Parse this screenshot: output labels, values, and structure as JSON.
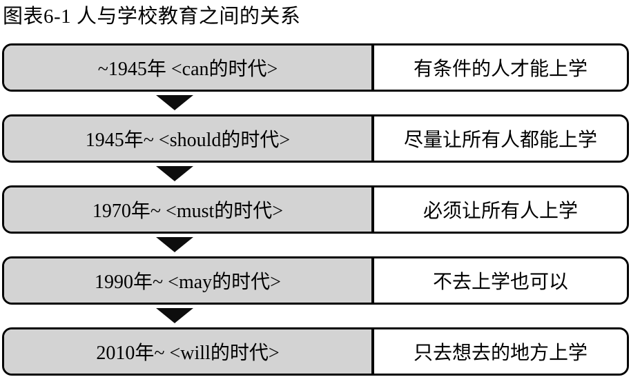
{
  "figure": {
    "title": "图表6-1 人与学校教育之间的关系"
  },
  "colors": {
    "era_cell_background": "#d3d3d3",
    "description_cell_background": "#ffffff",
    "border": "#000000",
    "arrow": "#0d0d0d",
    "text": "#000000"
  },
  "icons": {
    "arrow_down": "▼"
  },
  "rows": [
    {
      "era": "~1945年 <can的时代>",
      "description": "有条件的人才能上学"
    },
    {
      "era": "1945年~ <should的时代>",
      "description": "尽量让所有人都能上学"
    },
    {
      "era": "1970年~ <must的时代>",
      "description": "必须让所有人上学"
    },
    {
      "era": "1990年~ <may的时代>",
      "description": "不去上学也可以"
    },
    {
      "era": "2010年~ <will的时代>",
      "description": "只去想去的地方上学"
    }
  ]
}
